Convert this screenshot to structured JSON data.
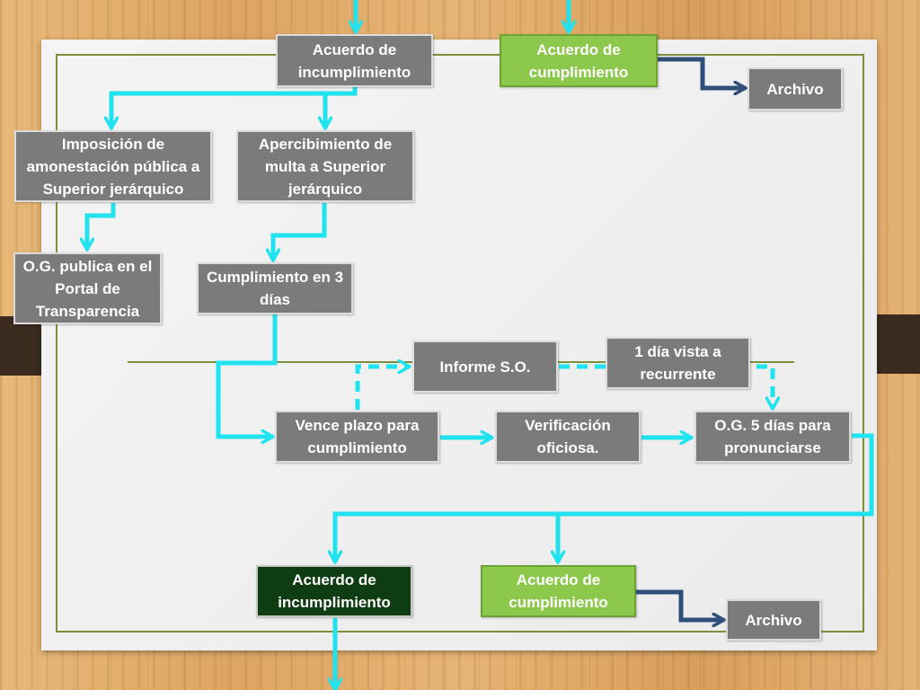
{
  "boxes": {
    "top_incumplimiento": "Acuerdo de incumplimiento",
    "top_cumplimiento": "Acuerdo de cumplimiento",
    "top_archivo": "Archivo",
    "imposicion": "Imposición de amonestación pública a Superior jerárquico",
    "apercibimiento": "Apercibimiento de multa a Superior jerárquico",
    "og_publica": "O.G. publica en el Portal de Transparencia",
    "cumplimiento_3dias": "Cumplimiento en 3 días",
    "informe_so": "Informe S.O.",
    "dia_vista": "1 día vista a recurrente",
    "vence_plazo": "Vence plazo para cumplimiento",
    "verificacion": "Verificación oficiosa.",
    "og_5dias": "O.G. 5 días para pronunciarse",
    "bottom_incumplimiento": "Acuerdo de incumplimiento",
    "bottom_cumplimiento": "Acuerdo de cumplimiento",
    "bottom_archivo": "Archivo"
  },
  "colors": {
    "arrow_cyan": "#1fe3ee",
    "arrow_navy": "#2f4f7a",
    "box_grey": "#7b7b7b",
    "box_green": "#8cc84b",
    "box_dark_green": "#0f3d12",
    "frame_olive": "#7c8f3a"
  }
}
